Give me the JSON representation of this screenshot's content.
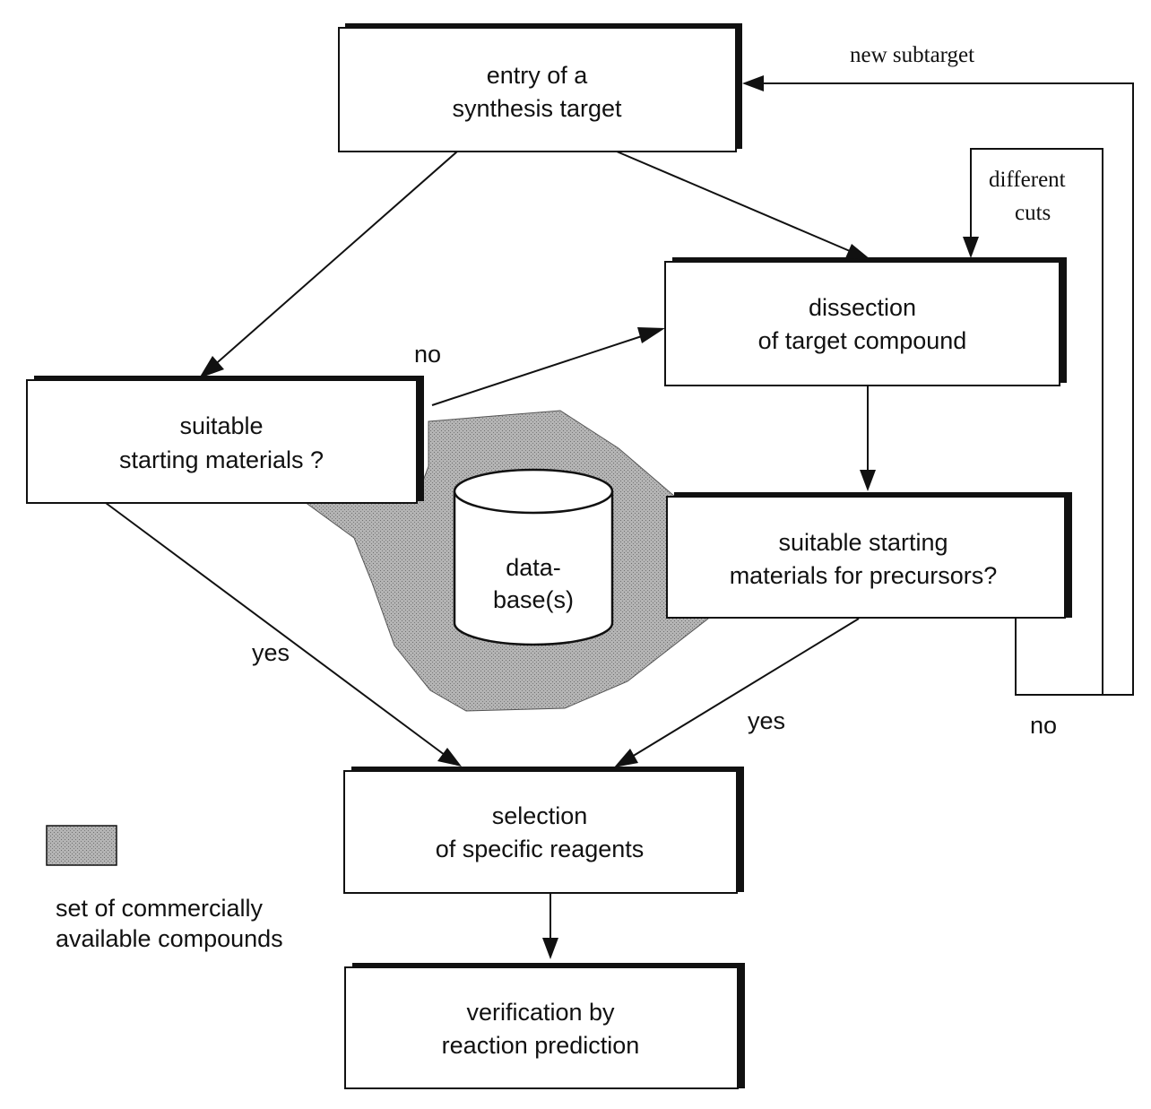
{
  "boxes": {
    "entry": [
      "entry of a",
      "synthesis target"
    ],
    "dissection": [
      "dissection",
      "of target compound"
    ],
    "suitable": [
      "suitable",
      "starting materials ?"
    ],
    "precursors": [
      "suitable starting",
      "materials for precursors?"
    ],
    "selection": [
      "selection",
      "of specific reagents"
    ],
    "verification": [
      "verification by",
      "reaction prediction"
    ]
  },
  "database": [
    "data-",
    "base(s)"
  ],
  "labels": {
    "new_subtarget": "new subtarget",
    "different_cuts": [
      "different",
      "cuts"
    ],
    "no_left": "no",
    "yes_left": "yes",
    "yes_right": "yes",
    "no_right": "no"
  },
  "legend": {
    "text": [
      "set of commercially",
      "available compounds"
    ]
  },
  "colors": {
    "shaded_region": "#a9a9a9",
    "line": "#111111"
  }
}
